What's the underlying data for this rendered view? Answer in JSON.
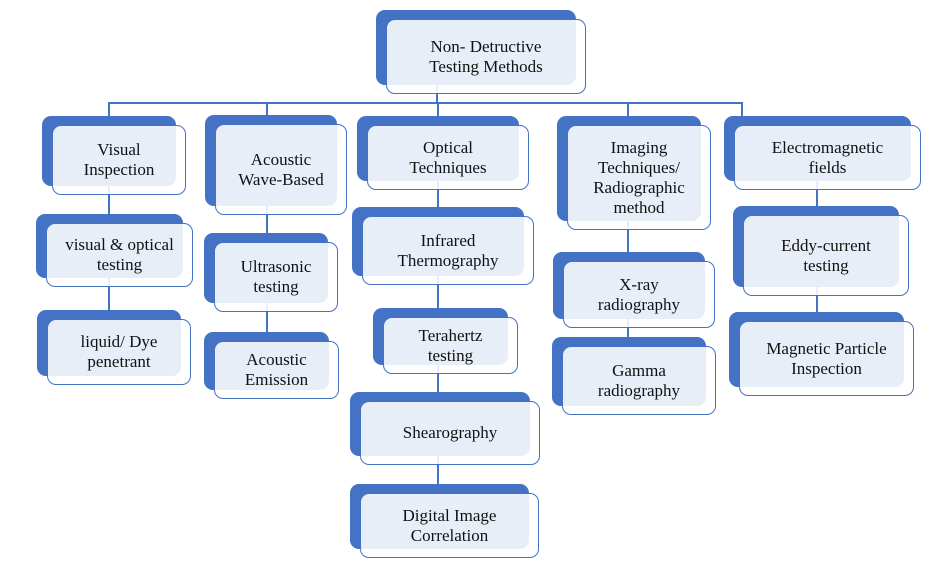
{
  "root": {
    "label": "Non- Detructive\nTesting Methods"
  },
  "columns": [
    {
      "label": "Visual\nInspection",
      "children": [
        "visual & optical\ntesting",
        "liquid/ Dye\npenetrant"
      ]
    },
    {
      "label": "Acoustic\nWave-Based",
      "children": [
        "Ultrasonic\ntesting",
        "Acoustic\nEmission"
      ]
    },
    {
      "label": "Optical\nTechniques",
      "children": [
        "Infrared\nThermography",
        "Terahertz\ntesting",
        "Shearography",
        "Digital Image\nCorrelation"
      ]
    },
    {
      "label": "Imaging\nTechniques/\nRadiographic\nmethod",
      "children": [
        "X-ray\nradiography",
        "Gamma\nradiography"
      ]
    },
    {
      "label": "Electromagnetic\nfields",
      "children": [
        "Eddy-current\ntesting",
        "Magnetic Particle\nInspection"
      ]
    }
  ],
  "colors": {
    "accent": "#4472c4"
  }
}
